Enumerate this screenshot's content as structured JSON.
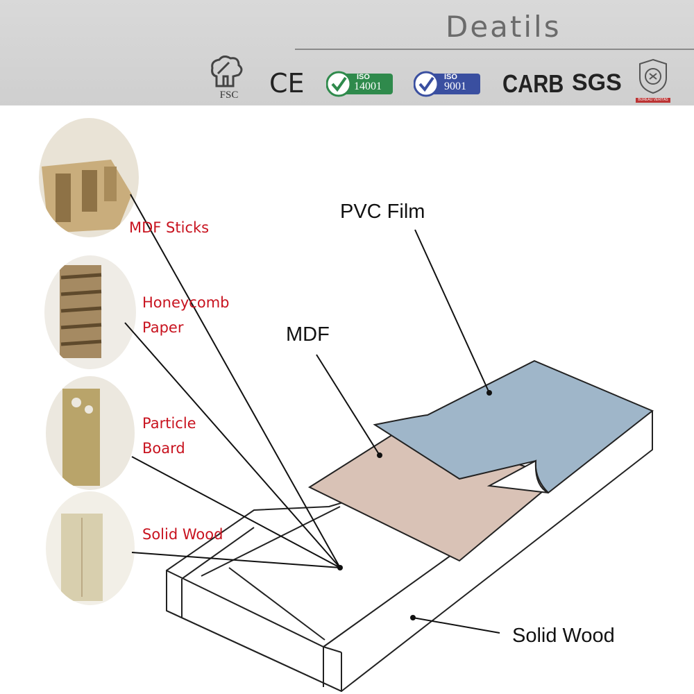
{
  "header": {
    "title": "Deatils",
    "certs": {
      "fsc": "FSC",
      "ce": "CE",
      "iso14001_top": "ISO",
      "iso14001_num": "14001",
      "iso9001_top": "ISO",
      "iso9001_num": "9001",
      "carb": "CARB",
      "sgs": "SGS",
      "bv": "BUREAU VERITAS"
    }
  },
  "callouts": {
    "mdf_sticks": "MDF Sticks",
    "honeycomb_1": "Honeycomb",
    "honeycomb_2": "Paper",
    "particle_1": "Particle",
    "particle_2": "Board",
    "solid_wood_inner": "Solid Wood"
  },
  "layers": {
    "pvc_film": "PVC Film",
    "mdf": "MDF",
    "solid_wood_outer": "Solid Wood"
  },
  "colors": {
    "callout_text": "#c8131f",
    "pvc_film": "#9fb6c9",
    "mdf": "#d9c2b6",
    "iso_badge": "#2f8a4c",
    "iso9001_badge": "#3a4fa0"
  }
}
